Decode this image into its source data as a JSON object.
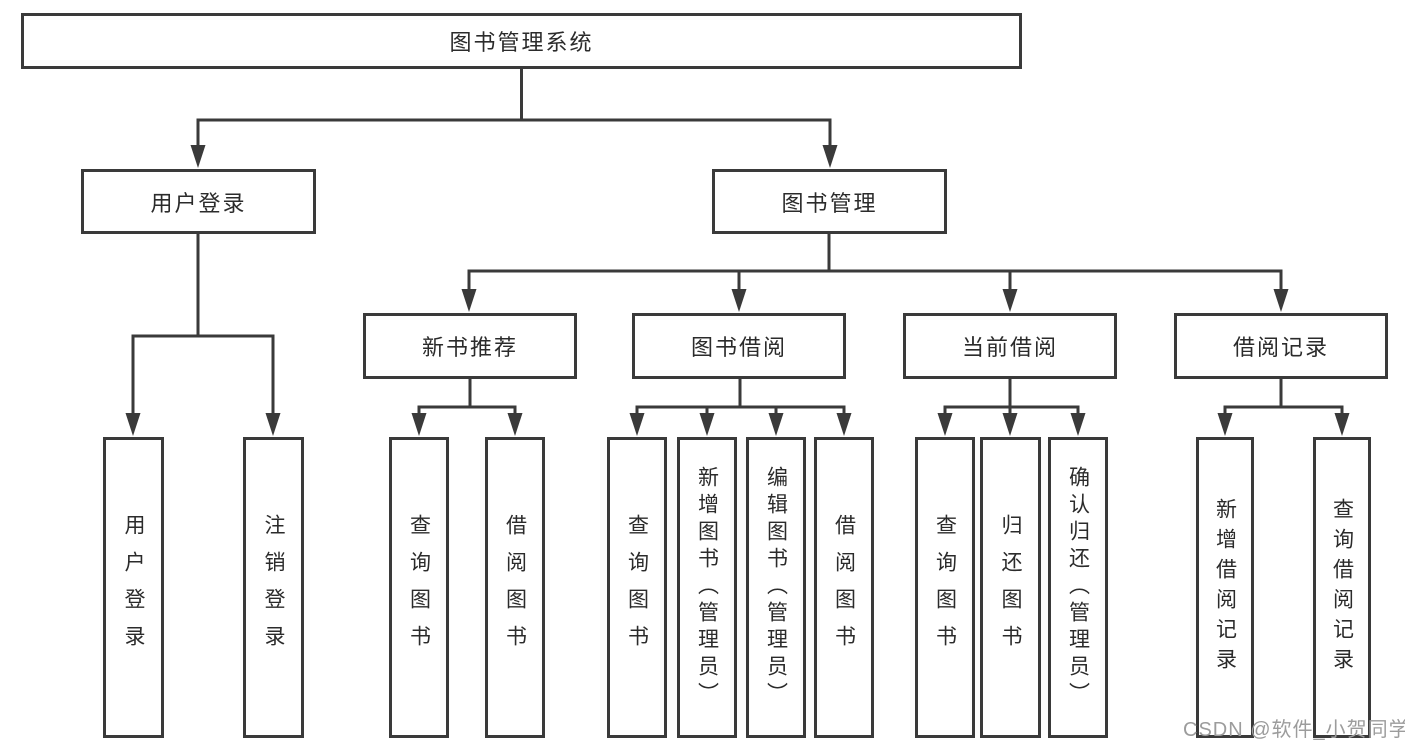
{
  "tree": {
    "root": "图书管理系统",
    "children": [
      {
        "label": "用户登录",
        "leaves": [
          "用户登录",
          "注销登录"
        ]
      },
      {
        "label": "图书管理",
        "children": [
          {
            "label": "新书推荐",
            "leaves": [
              "查询图书",
              "借阅图书"
            ]
          },
          {
            "label": "图书借阅",
            "leaves": [
              "查询图书",
              "新增图书（管理员）",
              "编辑图书（管理员）",
              "借阅图书"
            ]
          },
          {
            "label": "当前借阅",
            "leaves": [
              "查询图书",
              "归还图书",
              "确认归还（管理员）"
            ]
          },
          {
            "label": "借阅记录",
            "leaves": [
              "新增借阅记录",
              "查询借阅记录"
            ]
          }
        ]
      }
    ]
  },
  "watermark": "CSDN @软件_小贺同学",
  "colors": {
    "line": "#3a3a3a",
    "box_border": "#3a3a3a",
    "box_fill": "#ffffff",
    "text": "#2b2b2b",
    "watermark": "#9c9c9c",
    "background": "#ffffff"
  }
}
